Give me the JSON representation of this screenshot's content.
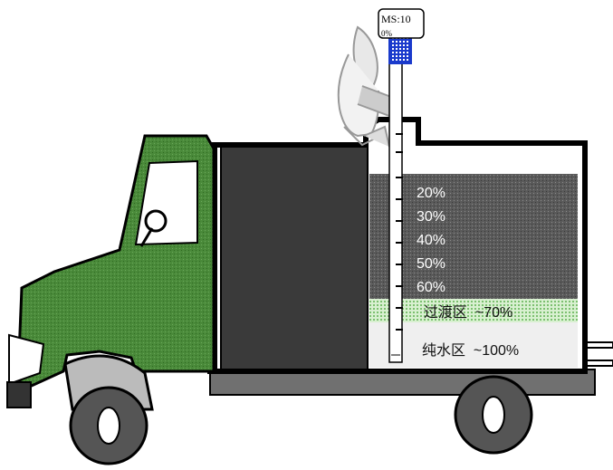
{
  "meter": {
    "line1": "MS:10",
    "line2": "0%"
  },
  "zones": {
    "levels": [
      "20%",
      "30%",
      "40%",
      "50%",
      "60%"
    ],
    "transition_label": "过渡区  ~70%",
    "pure_water_label": "纯水区  ~100%"
  },
  "colors": {
    "cab_green": "#4a8a3a",
    "tank_dark": "#3a3a3a",
    "mud_gray": "#5a5a5a",
    "transition_green": "#a8d8a0",
    "pure_water": "#efefef",
    "meter_blue": "#1a3acc"
  }
}
